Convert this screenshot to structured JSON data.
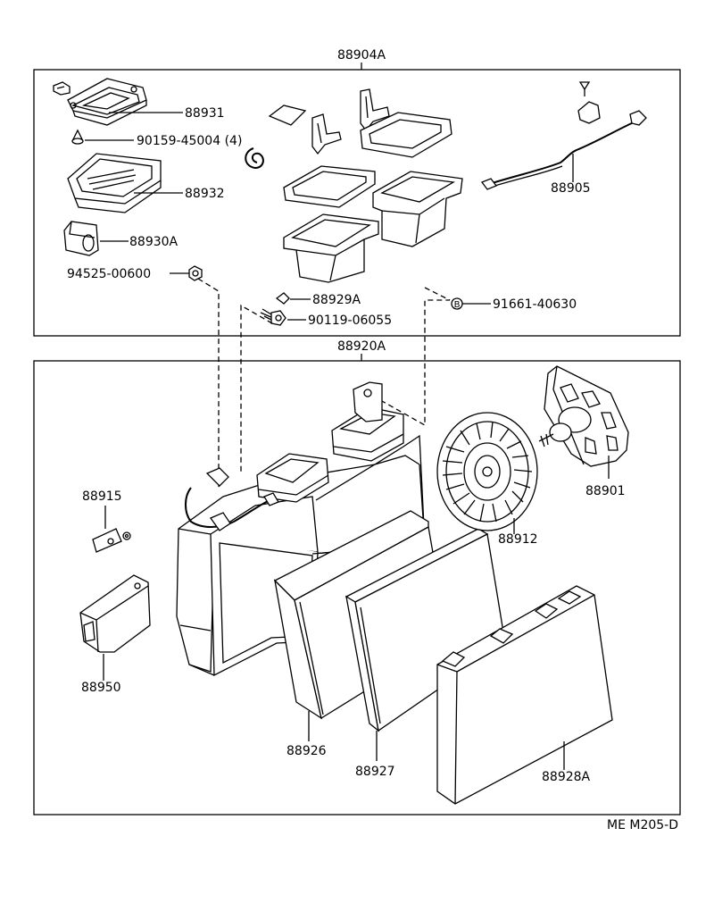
{
  "groups": {
    "upper": "88904A",
    "lower": "88920A"
  },
  "labels": {
    "p88931": "88931",
    "p90159": "90159-45004 (4)",
    "p88932": "88932",
    "p88930a": "88930A",
    "p94525": "94525-00600",
    "p88929a": "88929A",
    "p90119": "90119-06055",
    "p91661": "91661-40630",
    "p88905": "88905",
    "p88915": "88915",
    "p88950": "88950",
    "p88926": "88926",
    "p88927": "88927",
    "p88928a": "88928A",
    "p88912": "88912",
    "p88901": "88901"
  },
  "bolt_marker": "B",
  "footer": "ME M205-D"
}
